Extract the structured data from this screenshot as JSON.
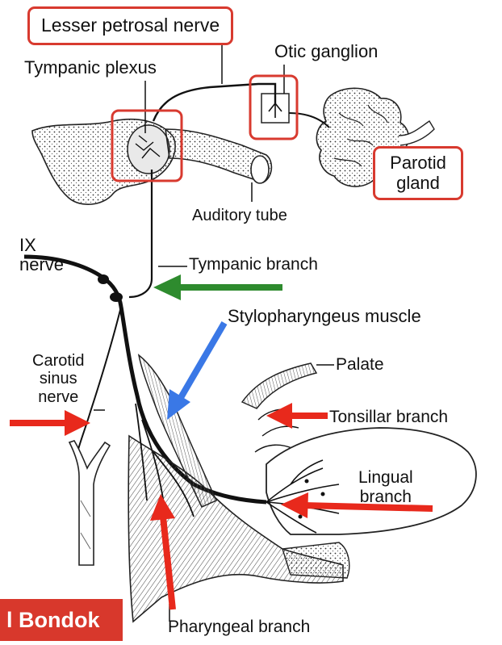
{
  "labels": {
    "lesser_petrosal_nerve": "Lesser petrosal nerve",
    "tympanic_plexus": "Tympanic plexus",
    "otic_ganglion": "Otic ganglion",
    "parotid_gland": "Parotid\ngland",
    "auditory_tube": "Auditory tube",
    "ix_nerve": "IX\nnerve",
    "tympanic_branch": "Tympanic branch",
    "stylopharyngeus_muscle": "Stylopharyngeus muscle",
    "carotid_sinus_nerve": "Carotid\nsinus\nnerve",
    "palate": "Palate",
    "tonsillar_branch": "Tonsillar branch",
    "lingual_branch": "Lingual\nbranch",
    "pharyngeal_branch": "Pharyngeal branch"
  },
  "badge": "l Bondok",
  "colors": {
    "highlight_red": "#d83a2f",
    "arrow_red": "#e8291c",
    "arrow_green": "#2e8b2e",
    "arrow_blue": "#3a78e6",
    "badge_bg": "#d8382c"
  }
}
